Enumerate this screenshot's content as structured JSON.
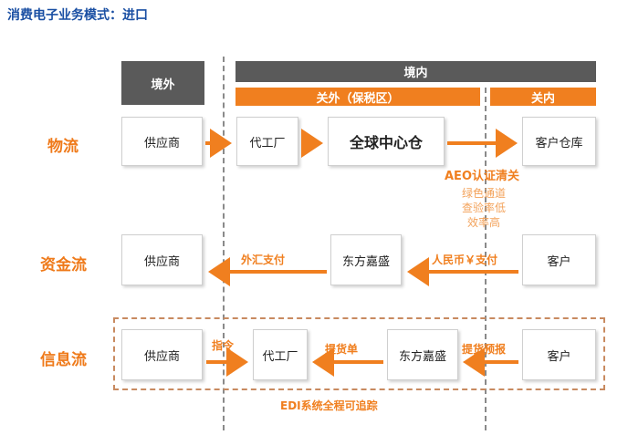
{
  "title": "消费电子业务模式：进口",
  "headers": {
    "overseas": "境外",
    "domestic": "境内",
    "bonded": "关外（保税区）",
    "inside": "关内"
  },
  "rows": {
    "logistics": "物流",
    "funds": "资金流",
    "info": "信息流"
  },
  "logistics": {
    "supplier": "供应商",
    "oem": "代工厂",
    "hub": "全球中心仓",
    "warehouse": "客户仓库",
    "aeo": "AEO认证清关",
    "aeo_notes": [
      "绿色通道",
      "查验率低",
      "效率高"
    ]
  },
  "funds": {
    "supplier": "供应商",
    "dfjs": "东方嘉盛",
    "customer": "客户",
    "fx_label": "外汇支付",
    "rmb_label": "人民币￥支付"
  },
  "info": {
    "supplier": "供应商",
    "oem": "代工厂",
    "dfjs": "东方嘉盛",
    "customer": "客户",
    "instr_label": "指令",
    "bol_label": "提货单",
    "predecl_label": "提货预报",
    "edi_label": "EDI系统全程可追踪"
  },
  "colors": {
    "accent_orange": "#f07f1f",
    "header_gray": "#5a5a5a",
    "title_blue": "#1a4fa3"
  }
}
